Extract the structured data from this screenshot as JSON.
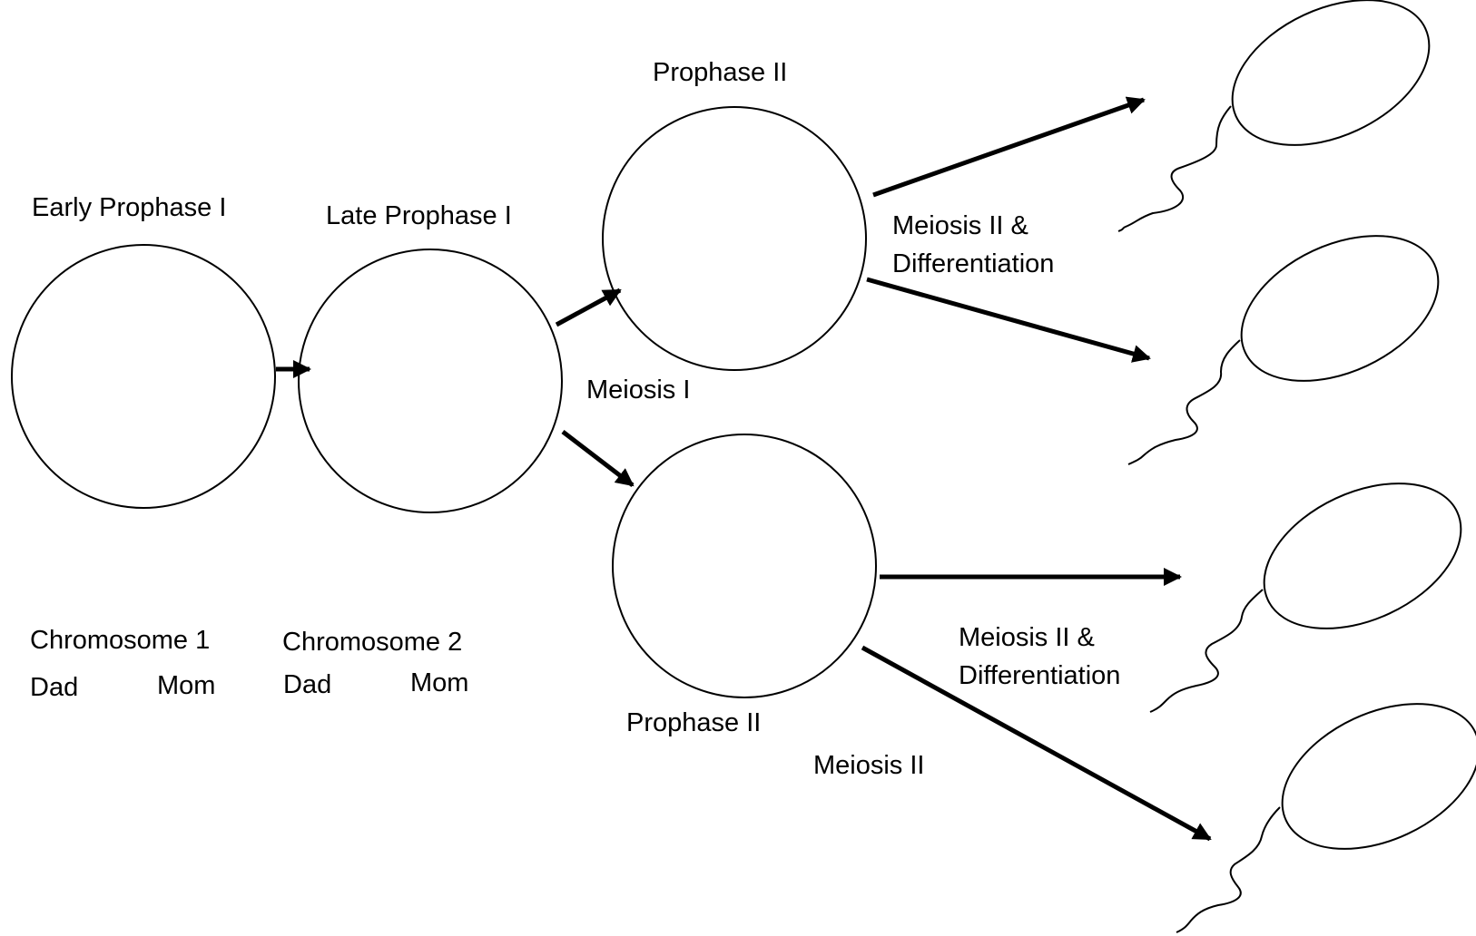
{
  "labels": {
    "early_prophase_1": "Early Prophase I",
    "late_prophase_1": "Late Prophase I",
    "prophase_2_top": "Prophase II",
    "prophase_2_bottom": "Prophase II",
    "meiosis_1": "Meiosis I",
    "meiosis_2": "Meiosis II",
    "meiosis_2_diff_top": [
      "Meiosis II &",
      "Differentiation"
    ],
    "meiosis_2_diff_bottom": [
      "Meiosis II &",
      "Differentiation"
    ]
  },
  "chromosome_keys": [
    {
      "title": "Chromosome 1",
      "left": "Dad",
      "right": "Mom"
    },
    {
      "title": "Chromosome 2",
      "left": "Dad",
      "right": "Mom"
    }
  ]
}
